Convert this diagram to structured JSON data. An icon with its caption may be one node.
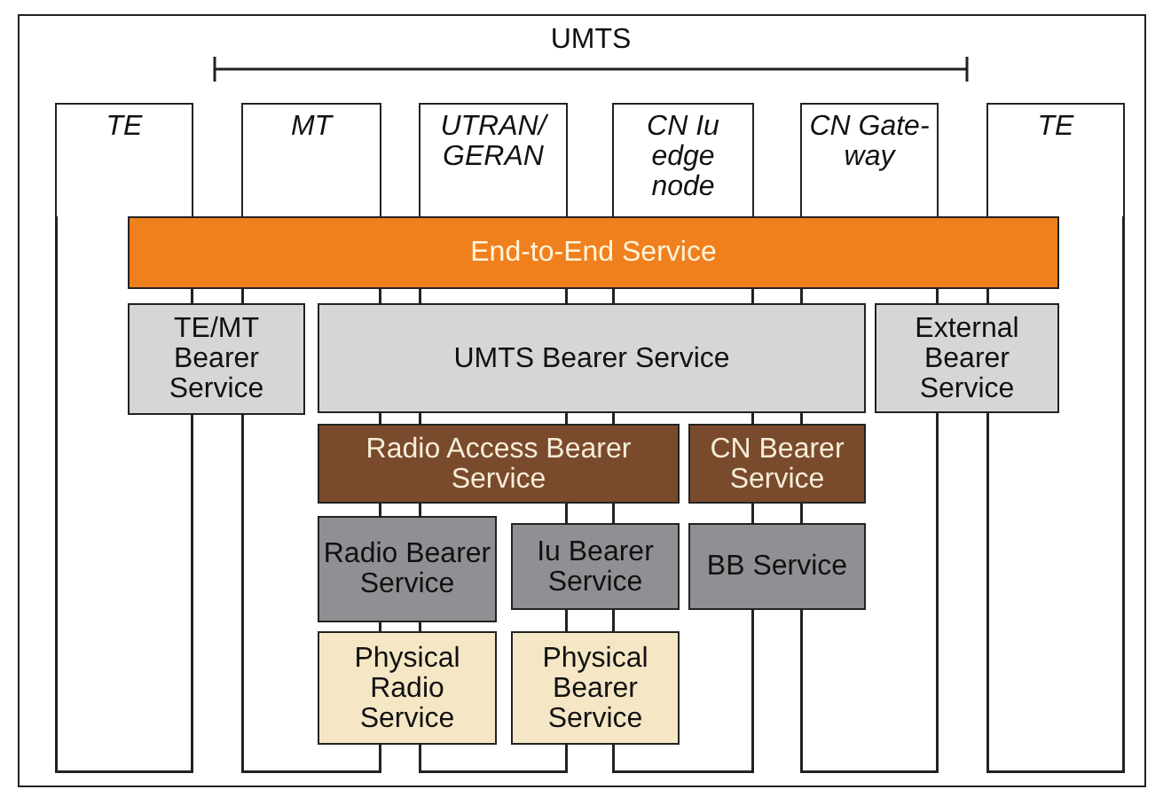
{
  "diagram": {
    "nodes": [
      {
        "text": [
          "TE"
        ]
      },
      {
        "text": [
          "MT"
        ]
      },
      {
        "text": [
          "UTRAN/ GERAN"
        ]
      },
      {
        "text": [
          "CN Iu edge node"
        ]
      },
      {
        "text": [
          "CN Gate- way"
        ]
      },
      {
        "text": [
          "TE"
        ]
      },
      {
        "text": [
          "End-to-End Service"
        ]
      },
      {
        "text": [
          "TE/MT Bearer Service"
        ]
      },
      {
        "text": [
          "UMTS Bearer Service"
        ]
      },
      {
        "text": [
          "External Bearer Service"
        ]
      },
      {
        "text": [
          "Radio Access Bearer Service"
        ]
      },
      {
        "text": [
          "CN Bearer Service"
        ]
      },
      {
        "text": [
          "Radio Bearer Service"
        ]
      },
      {
        "text": [
          "Iu Bearer Service"
        ]
      },
      {
        "text": [
          "BB Service"
        ]
      },
      {
        "text": [
          "Physical Radio Service"
        ]
      },
      {
        "text": [
          "Physical Bearer Service"
        ]
      }
    ],
    "labels": [
      "UMTS"
    ]
  }
}
